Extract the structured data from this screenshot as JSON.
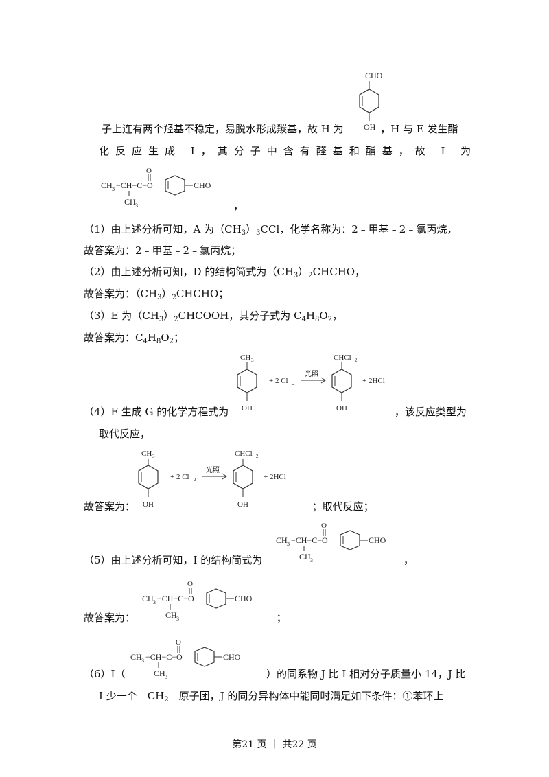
{
  "page": {
    "footer": "第21 页 ｜ 共22 页",
    "struct_labels": {
      "cho": "CHO",
      "oh": "OH",
      "ch3": "CH",
      "ch3_sub": "3",
      "chcl2": "CHCl",
      "chcl2_sub": "2",
      "o": "O",
      "plus_2cl2": "+ 2 Cl",
      "cl2_sub": "2",
      "light": "光照",
      "plus_2hcl": "+ 2HCl",
      "ester_left": "CH",
      "ester_mid": "−CH−C−O",
      "ester_dash": "−",
      "c": "C"
    },
    "p1": {
      "l1a": "子上连有两个羟基不稳定，易脱水形成羰基，故 H 为",
      "l1b": "，H 与 E 发生酯",
      "l2": "化反应生成 I，其分子中含有醛基和酯基，故 I 为",
      "comma": "，"
    },
    "q1": {
      "l1a": "（1）由上述分析可知，A 为（CH",
      "l1sub": "3",
      "l1b": "）",
      "l1sub2": "3",
      "l1c": "CCl，化学名称为：2﹣甲基﹣2﹣氯丙烷，",
      "l2": "故答案为：2﹣甲基﹣2﹣氯丙烷；"
    },
    "q2": {
      "l1a": "（2）由上述分析可知，D 的结构简式为（CH",
      "l1sub": "3",
      "l1b": "）",
      "l1sub2": "2",
      "l1c": "CHCHO，",
      "l2a": "故答案为：（CH",
      "l2sub": "3",
      "l2b": "）",
      "l2sub2": "2",
      "l2c": "CHCHO；"
    },
    "q3": {
      "l1a": "（3）E 为（CH",
      "l1sub": "3",
      "l1b": "）",
      "l1sub2": "2",
      "l1c": "CHCOOH，其分子式为 C",
      "s4": "4",
      "h": "H",
      "s8": "8",
      "o": "O",
      "s2": "2",
      "end": "，",
      "l2a": "故答案为：C",
      "l2end": "；"
    },
    "q4": {
      "l1a": "（4）F 生成 G 的化学方程式为",
      "l1b": "，该反应类型为",
      "l2": "取代反应，",
      "l3a": "故答案为：",
      "l3b": "；取代反应；"
    },
    "q5": {
      "l1a": "（5）由上述分析可知，I 的结构简式为",
      "l1b": "，",
      "l2a": "故答案为：",
      "l2b": "；"
    },
    "q6": {
      "l1a": "（6）I（",
      "l1b": "）的同系物 J 比 I 相对分子质量小 14，J 比",
      "l2a": "I 少一个﹣CH",
      "l2sub": "2",
      "l2b": "﹣原子团，J 的同分异构体中能同时满足如下条件：①苯环上"
    }
  }
}
